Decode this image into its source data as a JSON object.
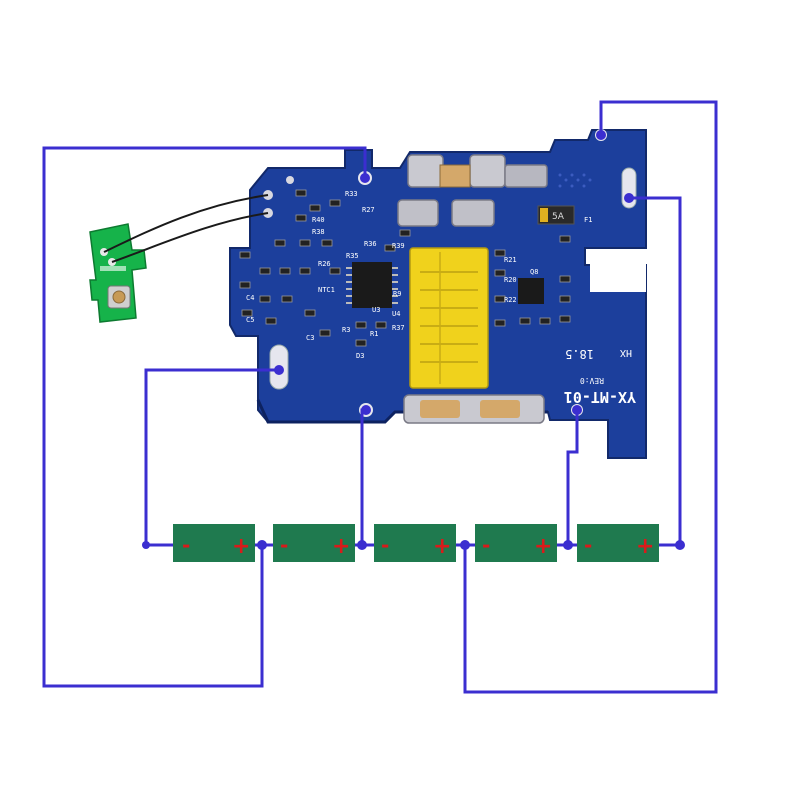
{
  "board": {
    "model": "YX-MT-01",
    "revision": "REV:0",
    "marking_hx": "HX",
    "marking_num": "18.5",
    "component_refs": [
      "R33",
      "R27",
      "R40",
      "R38",
      "R36",
      "R35",
      "R39",
      "R26",
      "R21",
      "R20",
      "R22",
      "R37",
      "R9",
      "D3",
      "C3",
      "C4",
      "C5",
      "Q8",
      "U4",
      "NTC1",
      "U3",
      "R3",
      "R1",
      "F1"
    ],
    "fuse_label": "5A"
  },
  "cells": [
    {
      "neg": "-",
      "pos": "+"
    },
    {
      "neg": "-",
      "pos": "+"
    },
    {
      "neg": "-",
      "pos": "+"
    },
    {
      "neg": "-",
      "pos": "+"
    },
    {
      "neg": "-",
      "pos": "+"
    }
  ],
  "colors": {
    "wire": "#3b2ed0",
    "pcb": "#1c3f9c",
    "pcb_dark": "#14307e",
    "cell": "#1f7a4f",
    "plus": "#d81b1b",
    "connector": "#f0d21c",
    "switch_pcb": "#16b34a",
    "pad": "#e6e6ee"
  },
  "icons": {
    "switch_button": "tactile-switch-icon",
    "fuse": "fuse-icon",
    "connector": "yellow-connector-icon"
  }
}
